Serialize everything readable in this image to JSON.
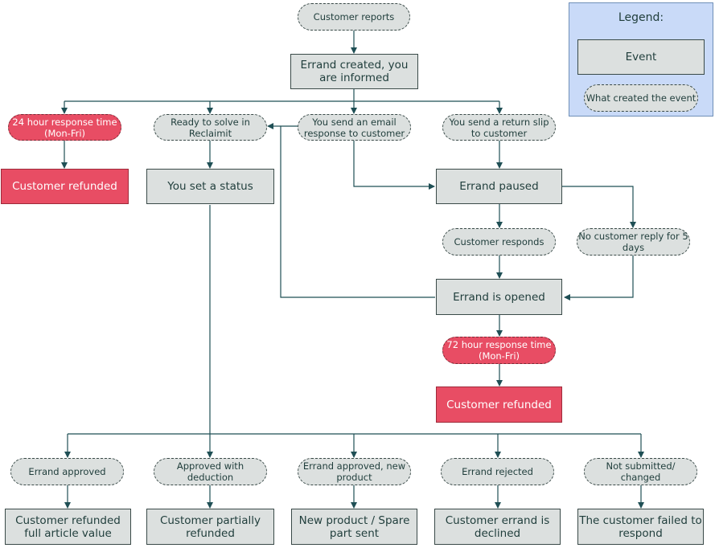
{
  "legend": {
    "title": "Legend:",
    "event_label": "Event",
    "trigger_label": "What created the event"
  },
  "nodes": {
    "customer_reports": "Customer reports",
    "errand_created": "Errand created, you are informed",
    "response_24h": "24 hour response time (Mon-Fri)",
    "ready_to_solve": "Ready to solve in Reclaimit",
    "send_email": "You send an email response to customer",
    "send_return_slip": "You send a return slip to customer",
    "refunded_left": "Customer refunded",
    "set_status": "You set a status",
    "errand_paused": "Errand paused",
    "customer_responds": "Customer responds",
    "no_reply": "No customer reply for 5 days",
    "errand_opened": "Errand is opened",
    "response_72h": "72 hour response time (Mon-Fri)",
    "refunded_right": "Customer refunded",
    "errand_approved": "Errand approved",
    "approved_deduction": "Approved with deduction",
    "approved_new_product": "Errand approved, new product",
    "errand_rejected": "Errand rejected",
    "not_submitted": "Not submitted/ changed",
    "refunded_full": "Customer refunded full article value",
    "partially_refunded": "Customer partially refunded",
    "new_product_sent": "New product / Spare part sent",
    "errand_declined": "Customer errand is declined",
    "failed_to_respond": "The customer failed to respond"
  },
  "colors": {
    "connector": "#1f4f55",
    "event_fill": "#dce0df",
    "alert_fill": "#e84d64",
    "legend_fill": "#c9daf8"
  }
}
